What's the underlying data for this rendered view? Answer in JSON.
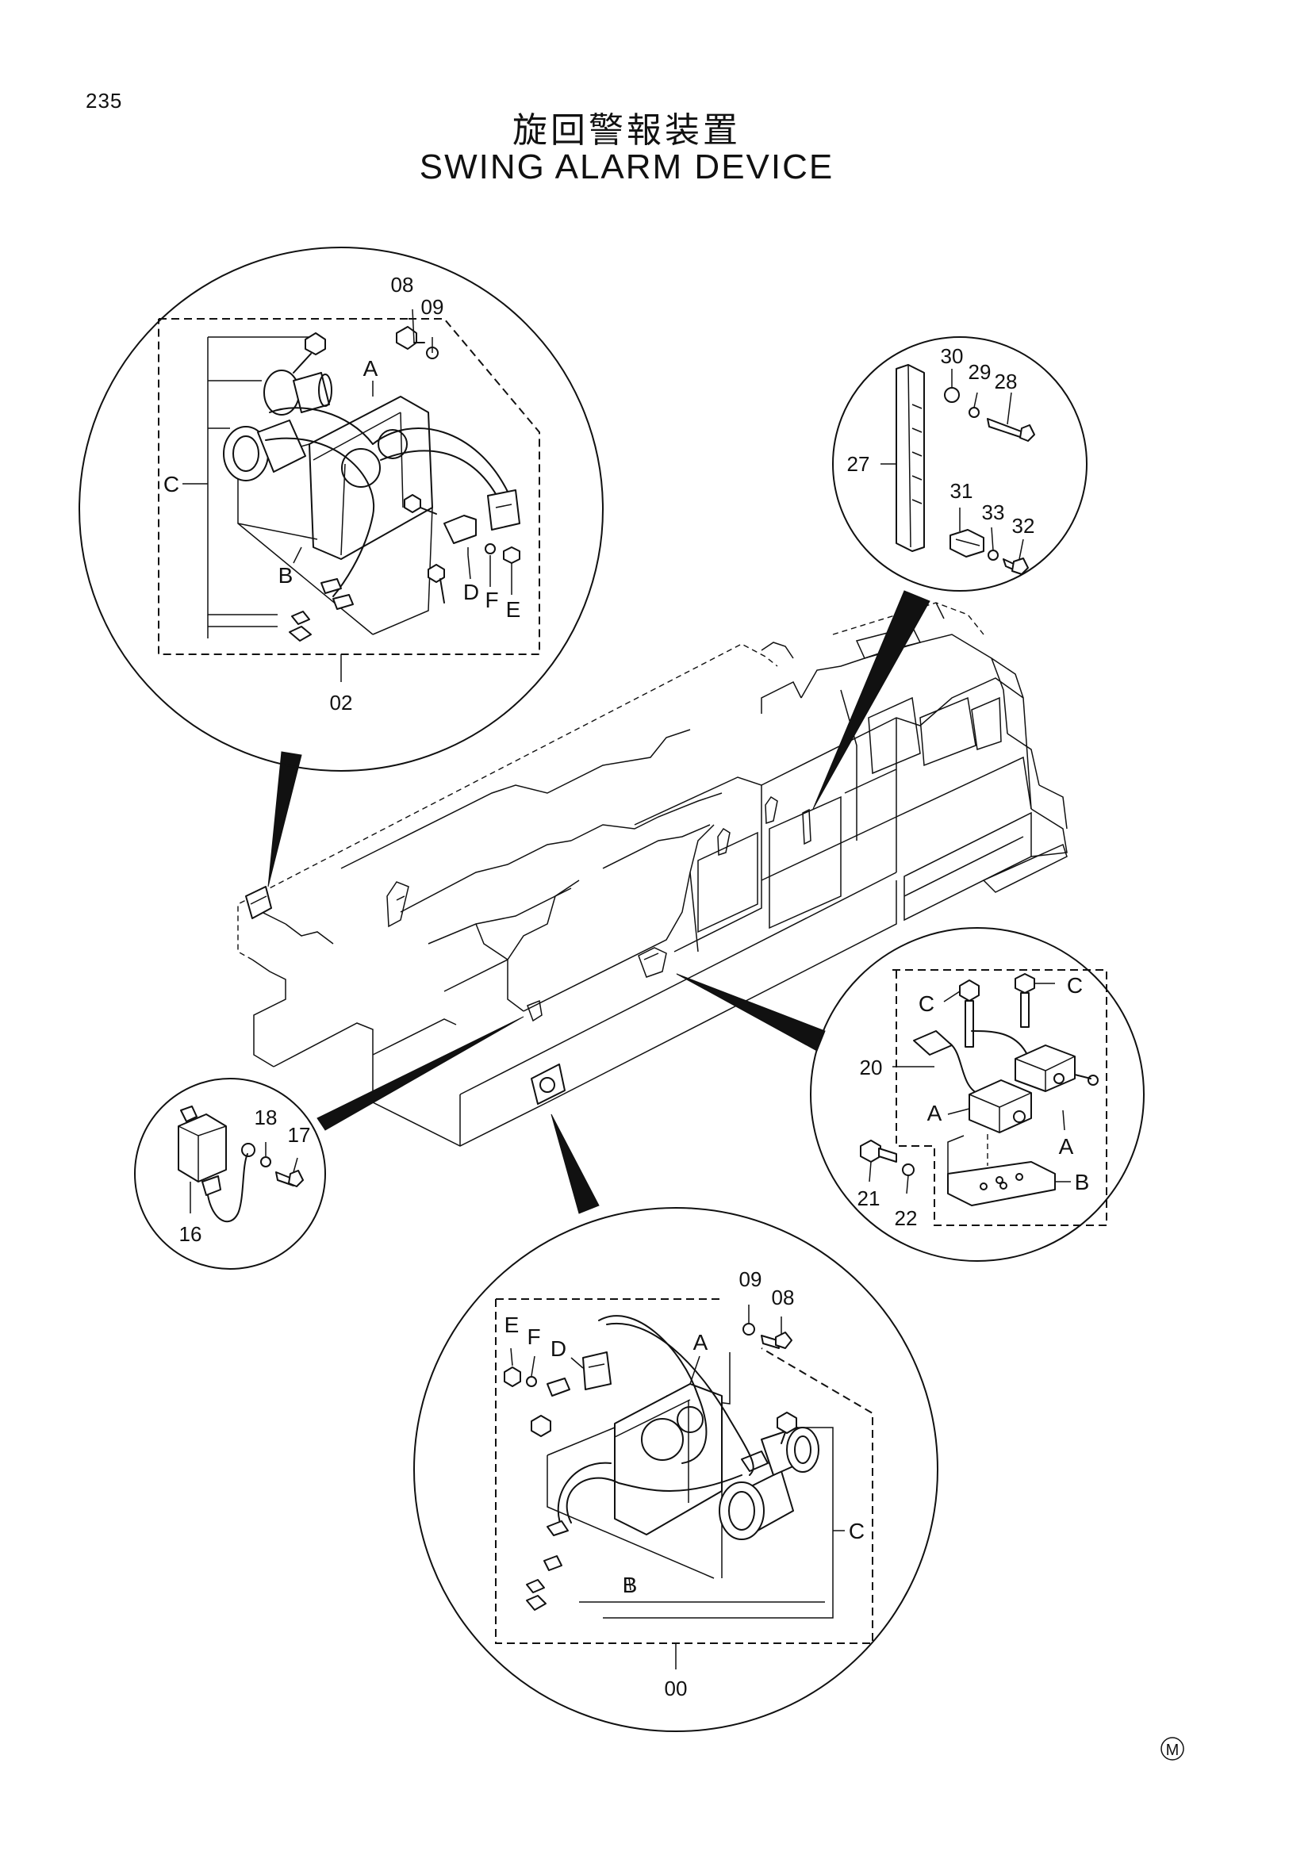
{
  "header": {
    "page_number": "235",
    "title_jp": "旋回警報装置",
    "title_en": "SWING ALARM DEVICE"
  },
  "footer": {
    "mark": "M"
  },
  "callouts": {
    "top_left": {
      "assembly": "02",
      "parts": [
        "08",
        "09"
      ],
      "letters": {
        "a": "A",
        "b": "B",
        "c": "C",
        "d": "D",
        "e": "E",
        "f": "F"
      }
    },
    "top_right": {
      "parts": {
        "p27": "27",
        "p28": "28",
        "p29": "29",
        "p30": "30",
        "p31": "31",
        "p32": "32",
        "p33": "33"
      }
    },
    "mid_right": {
      "parts": {
        "p20": "20",
        "p21": "21",
        "p22": "22"
      },
      "letters": {
        "a1": "A",
        "a2": "A",
        "b": "B",
        "c1": "C",
        "c2": "C"
      }
    },
    "mid_left": {
      "parts": {
        "p16": "16",
        "p17": "17",
        "p18": "18"
      }
    },
    "bottom": {
      "assembly": "00",
      "parts": [
        "09",
        "08"
      ],
      "letters": {
        "a": "A",
        "b": "B",
        "c": "C",
        "d": "D",
        "e": "E",
        "f": "F"
      }
    }
  }
}
